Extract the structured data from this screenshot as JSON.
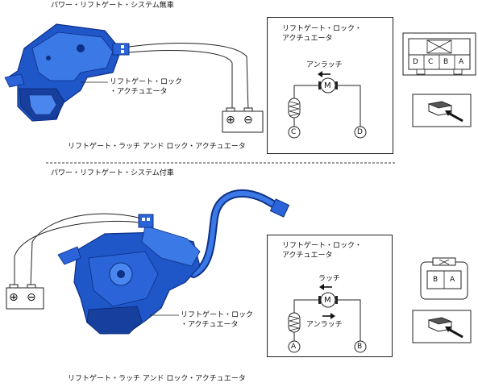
{
  "top": {
    "section_title": "パワー・リフトゲート・システム無車",
    "part_label_line1": "リフトゲート・ロック",
    "part_label_line2": "・アクチュエータ",
    "caption": "リフトゲート・ラッチ アンド ロック・アクチュエータ",
    "schematic": {
      "title_line1": "リフトゲート・ロック・",
      "title_line2": "アクチュエータ",
      "motor_label": "アンラッチ",
      "motor": "M",
      "terminal_left": "C",
      "terminal_right": "D"
    },
    "connector_pins": [
      "D",
      "C",
      "B",
      "A"
    ]
  },
  "bottom": {
    "section_title": "パワー・リフトゲート・システム付車",
    "part_label_line1": "リフトゲート・ロック",
    "part_label_line2": "・アクチュエータ",
    "caption": "リフトゲート・ラッチ アンド ロック・アクチュエータ",
    "schematic": {
      "title_line1": "リフトゲート・ロック・",
      "title_line2": "アクチュエータ",
      "motor_label_top": "ラッチ",
      "motor_label_bottom": "アンラッチ",
      "motor": "M",
      "terminal_left": "A",
      "terminal_right": "B"
    },
    "connector_pins": [
      "B",
      "A"
    ]
  },
  "battery": {
    "plus": "⊕",
    "minus": "⊖"
  },
  "colors": {
    "part_blue": "#1f56c8",
    "part_dark": "#0d2f86",
    "line": "#222222"
  }
}
